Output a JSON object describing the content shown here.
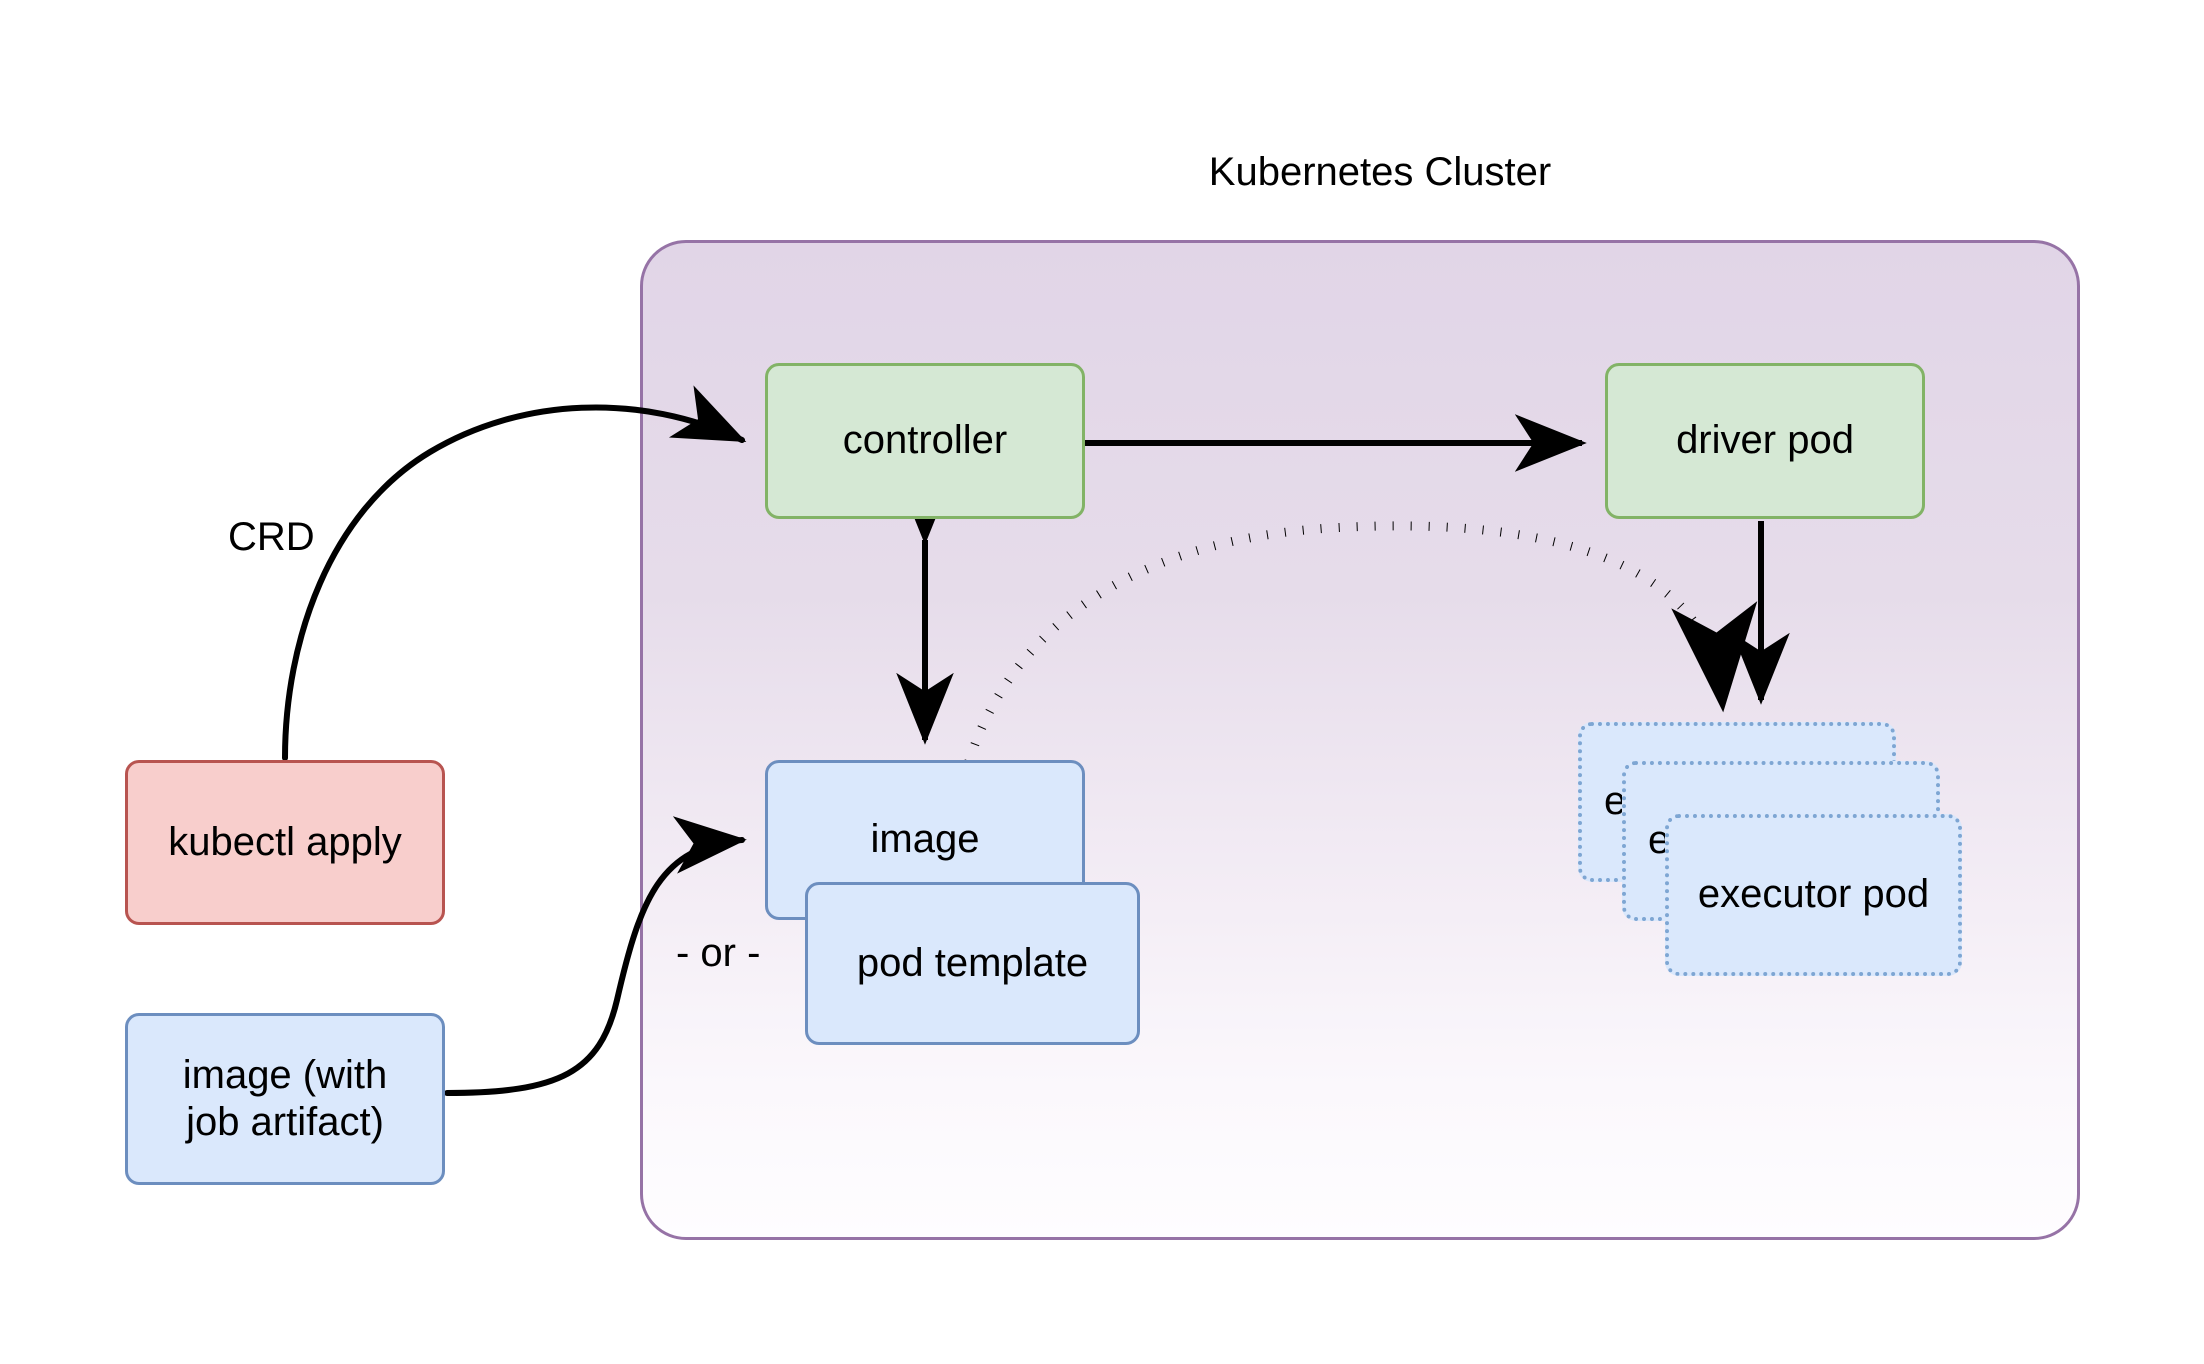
{
  "diagram": {
    "title": "Kubernetes Cluster",
    "background_color": "#ffffff"
  },
  "cluster": {
    "label": "Kubernetes Cluster",
    "border_color": "#9673a6",
    "fill_top_color": "#e1d5e7",
    "fill_bottom_color": "#ffffff"
  },
  "nodes": {
    "controller": {
      "label": "controller",
      "fill": "#d5e8d4",
      "stroke": "#82b366",
      "shape": "rounded-rect"
    },
    "driver_pod": {
      "label": "driver pod",
      "fill": "#d5e8d4",
      "stroke": "#82b366",
      "shape": "rounded-rect"
    },
    "kubectl_apply": {
      "label": "kubectl apply",
      "fill": "#f8cecc",
      "stroke": "#b85450",
      "shape": "rounded-rect"
    },
    "image_with_job_artifact": {
      "label": "image (with\njob artifact)",
      "fill": "#dae8fc",
      "stroke": "#6c8ebf",
      "shape": "rounded-rect"
    },
    "image": {
      "label": "image",
      "fill": "#dae8fc",
      "stroke": "#6c8ebf",
      "shape": "rounded-rect"
    },
    "pod_template": {
      "label": "pod template",
      "fill": "#dae8fc",
      "stroke": "#6c8ebf",
      "shape": "rounded-rect"
    },
    "executor_pod_back": {
      "label": "executor pod",
      "fill": "#dae8fc",
      "stroke": "#7ea6d3",
      "shape": "rounded-rect-dotted"
    },
    "executor_pod_middle": {
      "label": "executor pod",
      "fill": "#dae8fc",
      "stroke": "#7ea6d3",
      "shape": "rounded-rect-dotted"
    },
    "executor_pod_front": {
      "label": "executor pod",
      "fill": "#dae8fc",
      "stroke": "#7ea6d3",
      "shape": "rounded-rect-dotted"
    }
  },
  "labels": {
    "crd": "CRD",
    "or": "- or -"
  },
  "edges": [
    {
      "id": "kubectl-apply-to-controller",
      "from": "kubectl_apply",
      "to": "controller",
      "label": "CRD",
      "style": "solid-curved",
      "arrow": "end",
      "color": "#000000"
    },
    {
      "id": "controller-to-driver-pod",
      "from": "controller",
      "to": "driver_pod",
      "label": "",
      "style": "solid-straight",
      "arrow": "end",
      "color": "#000000"
    },
    {
      "id": "controller-to-image",
      "from": "controller",
      "to": "image",
      "label": "",
      "style": "solid-straight",
      "arrow": "both",
      "color": "#000000"
    },
    {
      "id": "image-to-executor-pods",
      "from": "image",
      "to": "executor_pod_back",
      "label": "",
      "style": "dotted-curved",
      "arrow": "end",
      "color": "#000000"
    },
    {
      "id": "driver-pod-to-executor-pods",
      "from": "driver_pod",
      "to": "executor_pod_back",
      "label": "",
      "style": "solid-straight",
      "arrow": "end",
      "color": "#000000"
    },
    {
      "id": "image-artifact-to-image",
      "from": "image_with_job_artifact",
      "to": "image",
      "label": "",
      "style": "solid-curved",
      "arrow": "end",
      "color": "#000000"
    }
  ]
}
